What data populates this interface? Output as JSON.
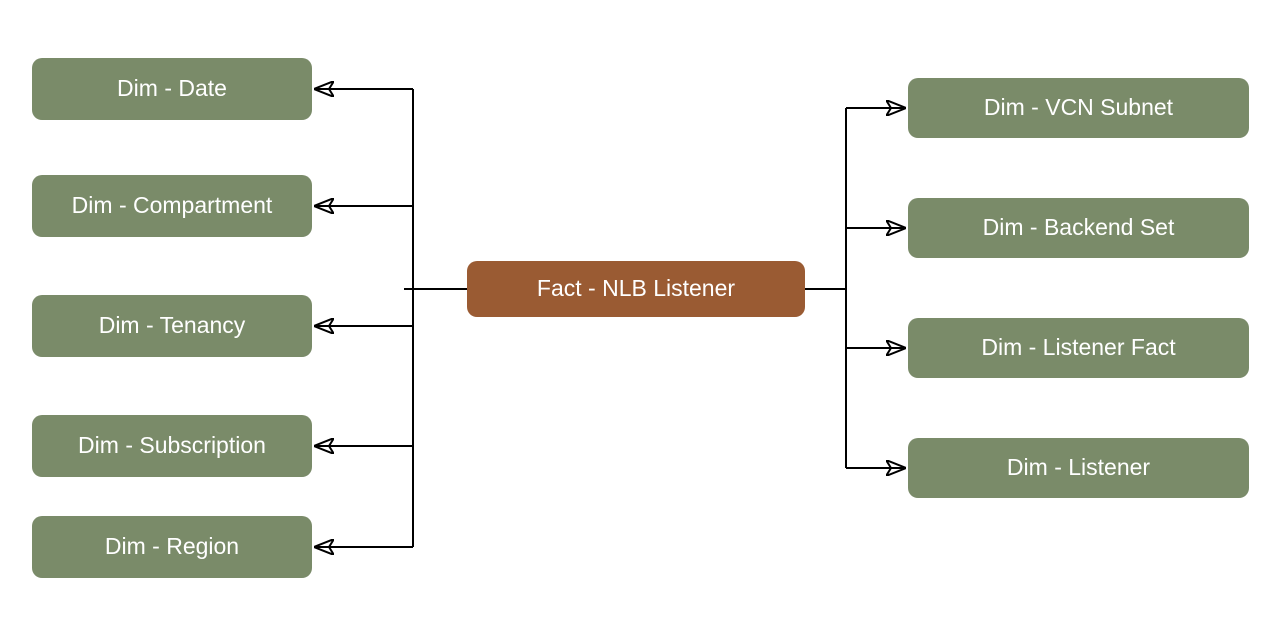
{
  "diagram": {
    "type": "star-schema",
    "fact": {
      "label": "Fact - NLB Listener"
    },
    "left_dimensions": [
      {
        "label": "Dim - Date"
      },
      {
        "label": "Dim - Compartment"
      },
      {
        "label": "Dim - Tenancy"
      },
      {
        "label": "Dim - Subscription"
      },
      {
        "label": "Dim - Region"
      }
    ],
    "right_dimensions": [
      {
        "label": "Dim - VCN Subnet"
      },
      {
        "label": "Dim - Backend Set"
      },
      {
        "label": "Dim - Listener Fact"
      },
      {
        "label": "Dim - Listener"
      }
    ],
    "edges": {
      "left_description": "Fact - NLB Listener points to each left dimension (arrowheads into left boxes)",
      "right_description": "Fact - NLB Listener points to each right dimension (arrowheads into right boxes)"
    },
    "colors": {
      "dimension_fill": "#7A8B69",
      "fact_fill": "#9A5B33",
      "node_text": "#FFFFFF",
      "connector": "#000000",
      "background": "#FFFFFF"
    }
  }
}
